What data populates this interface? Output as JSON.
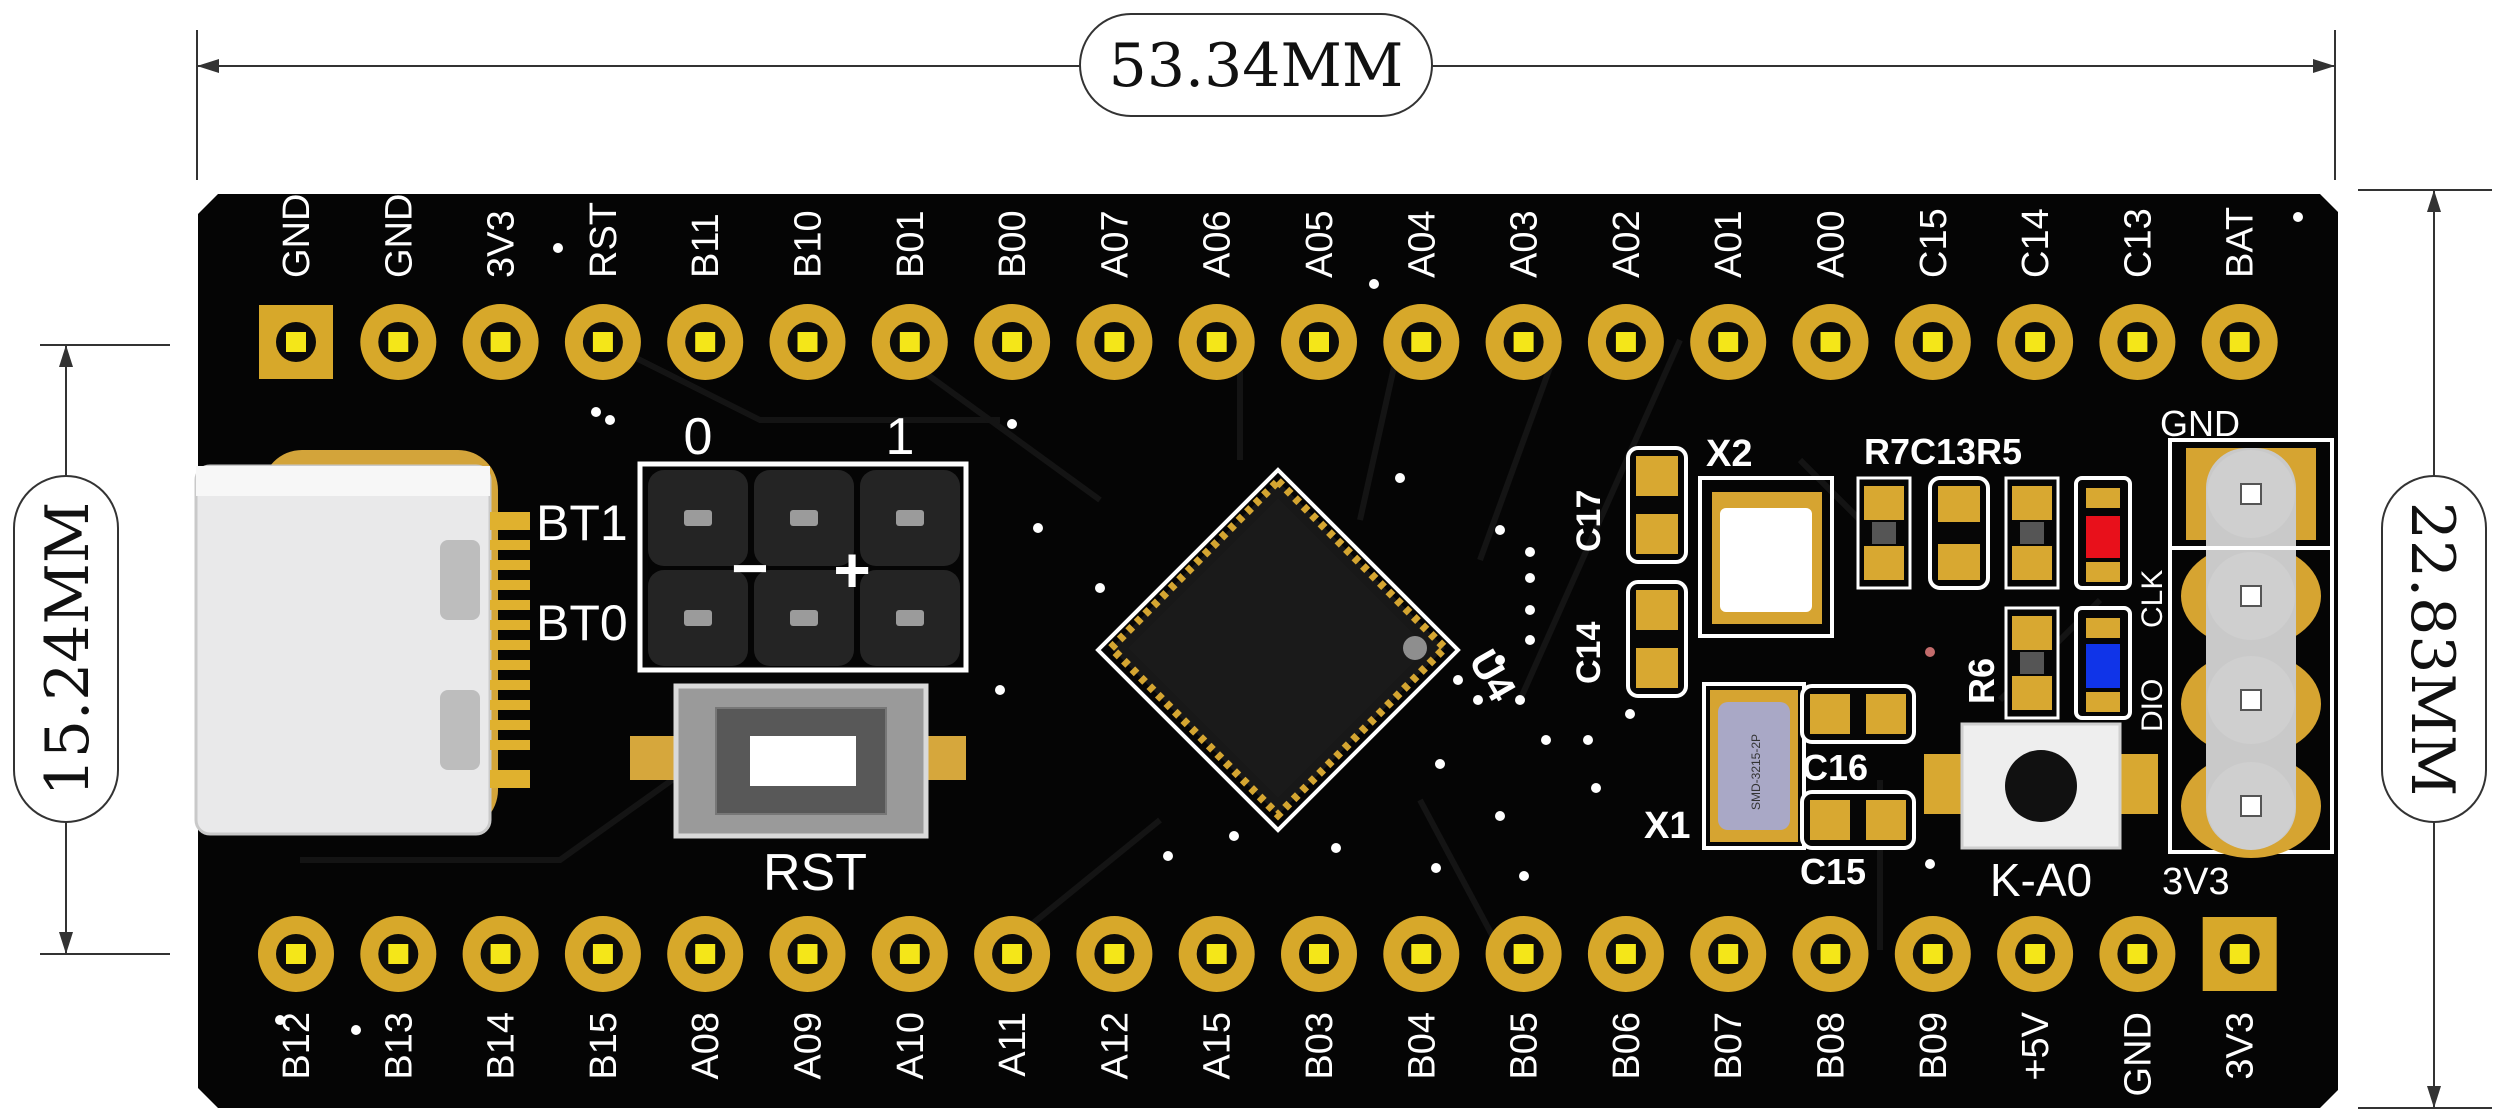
{
  "dimensions": {
    "width": "53.34MM",
    "height_left": "15.24MM",
    "height_right": "22.83MM"
  },
  "board": {
    "top_pins": [
      "GND",
      "GND",
      "3V3",
      "RST",
      "B11",
      "B10",
      "B01",
      "B00",
      "A07",
      "A06",
      "A05",
      "A04",
      "A03",
      "A02",
      "A01",
      "A00",
      "C15",
      "C14",
      "C13",
      "BAT"
    ],
    "bottom_pins": [
      "B12",
      "B13",
      "B14",
      "B15",
      "A08",
      "A09",
      "A10",
      "A11",
      "A12",
      "A15",
      "B03",
      "B04",
      "B05",
      "B06",
      "B07",
      "B08",
      "B09",
      "+5V",
      "GND",
      "3V3"
    ],
    "boot_jumper": {
      "col_labels": [
        "0",
        "1"
      ],
      "row_labels": [
        "BT1",
        "BT0"
      ],
      "minus": "−",
      "plus": "+"
    },
    "reset_button_label": "RST",
    "mcu_label": "U4",
    "components": {
      "x2": "X2",
      "x1": "X1",
      "c17": "C17",
      "c14": "C14",
      "c16": "C16",
      "c15": "C15",
      "r7c13r5": "R7C13R5",
      "r6": "R6",
      "key": "K-A0",
      "crystal_marking": "SMD-3215-2P"
    },
    "swd_header": {
      "top_label": "GND",
      "bottom_label": "3V3",
      "clk": "CLK",
      "dio": "DIO"
    },
    "led_colors": {
      "red": "#e8101b",
      "blue": "#1034e8"
    },
    "colors": {
      "pcb": "#050505",
      "gold": "#d7a82a",
      "pad_center": "#f4e619",
      "silk": "#ffffff"
    }
  }
}
